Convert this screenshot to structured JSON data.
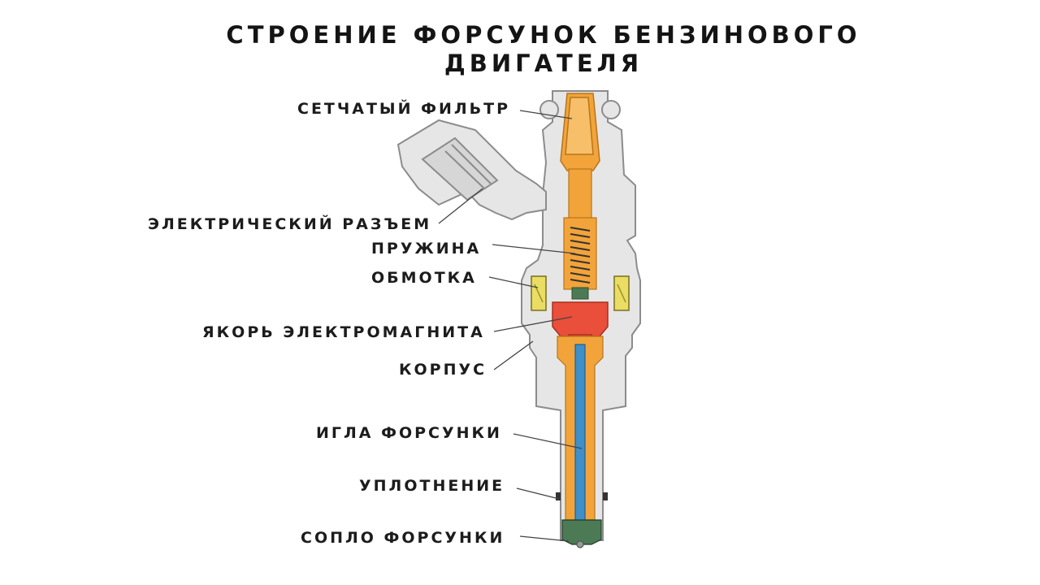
{
  "title": "СТРОЕНИЕ ФОРСУНОК БЕНЗИНОВОГО ДВИГАТЕЛЯ",
  "labels": {
    "filter": "СЕТЧАТЫЙ ФИЛЬТР",
    "connector": "ЭЛЕКТРИЧЕСКИЙ РАЗЪЕМ",
    "spring": "ПРУЖИНА",
    "coil": "ОБМОТКА",
    "armature": "ЯКОРЬ ЭЛЕКТРОМАГНИТА",
    "body": "КОРПУС",
    "needle": "ИГЛА ФОРСУНКИ",
    "seal": "УПЛОТНЕНИЕ",
    "nozzle": "СОПЛО ФОРСУНКИ"
  },
  "colors": {
    "housing": "#e6e6e6",
    "outline": "#8c8c8c",
    "fuel": "#f2a43a",
    "armature": "#e94f3a",
    "needle": "#3f8fc8",
    "coil": "#eadd63",
    "valve_seat": "#4c7a54"
  }
}
